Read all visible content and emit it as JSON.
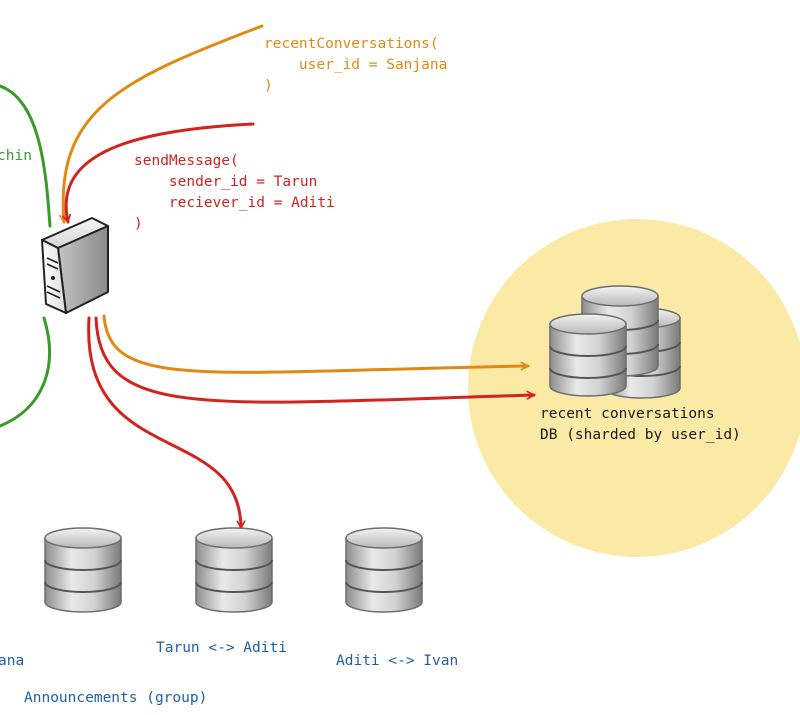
{
  "colors": {
    "orange": "#e08a14",
    "red": "#d2231e",
    "green": "#3a9a2a",
    "blue": "#1f5fa8",
    "db_highlight": "#faeaa6"
  },
  "labels": {
    "recent_call": "recentConversations(\n    user_id = Sanjana\n)",
    "send_call": "sendMessage(\n    sender_id = Tarun\n    reciever_id = Aditi\n)",
    "cropped_left_top": "chin",
    "recent_db": "recent conversations\nDB (sharded by user_id)",
    "db_tarun_aditi": "Tarun <-> Aditi",
    "db_aditi_ivan": "Aditi <-> Ivan",
    "db_left_cropped": "ana",
    "group_db": "Announcements (group)"
  },
  "icons": {
    "server": "server-tower-icon",
    "database": "database-cylinder-icon",
    "database_cluster": "database-cluster-icon"
  }
}
